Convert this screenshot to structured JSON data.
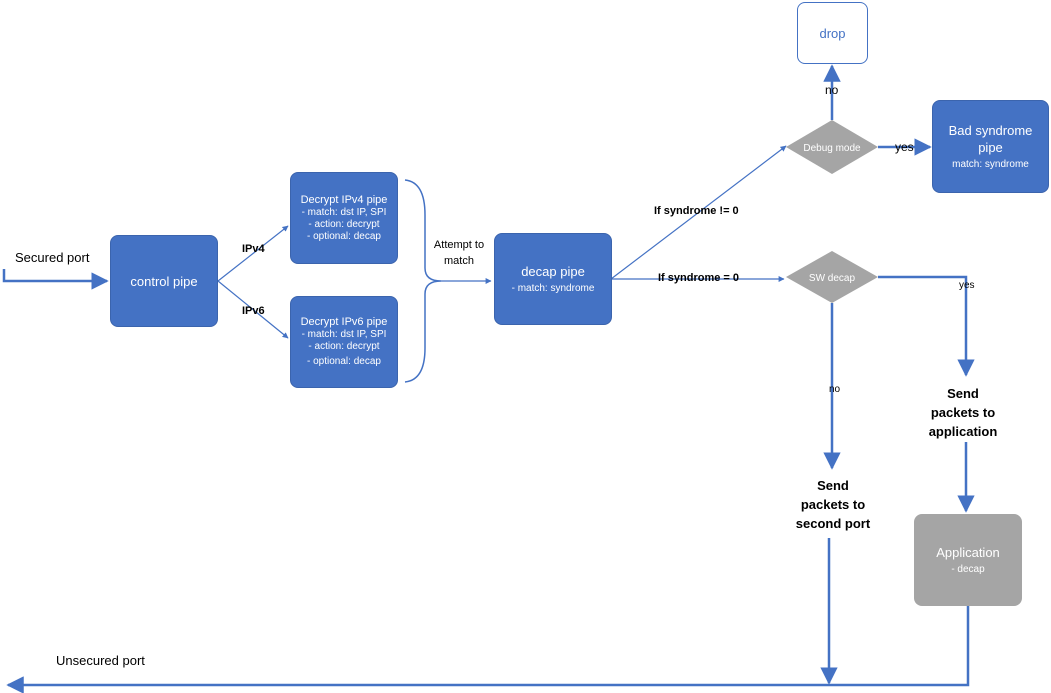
{
  "nodes": {
    "control_pipe": "control pipe",
    "decrypt_ipv4": {
      "title": "Decrypt IPv4 pipe",
      "lines": [
        "- match: dst IP, SPI",
        "- action: decrypt",
        "- optional: decap"
      ]
    },
    "decrypt_ipv6": {
      "title": "Decrypt IPv6 pipe",
      "lines": [
        "- match: dst IP, SPI",
        "- action: decrypt",
        "- optional: decap"
      ]
    },
    "decap_pipe": {
      "title": "decap pipe",
      "sub": "- match: syndrome"
    },
    "drop": "drop",
    "bad_syndrome": {
      "title_line1": "Bad syndrome",
      "title_line2": "pipe",
      "sub": "match: syndrome"
    },
    "debug_mode": "Debug mode",
    "sw_decap": "SW decap",
    "application": {
      "title": "Application",
      "sub": "- decap"
    }
  },
  "labels": {
    "secured_port": "Secured port",
    "unsecured_port": "Unsecured port",
    "ipv4": "IPv4",
    "ipv6": "IPv6",
    "attempt_line1": "Attempt to",
    "attempt_line2": "match",
    "if_syndrome_ne": "If syndrome != 0",
    "if_syndrome_eq": "If syndrome = 0",
    "no_drop": "no",
    "yes_bad": "yes",
    "yes_app": "yes",
    "no_second": "no",
    "send_app": [
      "Send",
      "packets to",
      "application"
    ],
    "send_second": [
      "Send",
      "packets to",
      "second port"
    ]
  },
  "colors": {
    "node_blue": "#4472c4",
    "node_gray": "#a5a5a5",
    "arrow": "#4472c4"
  }
}
